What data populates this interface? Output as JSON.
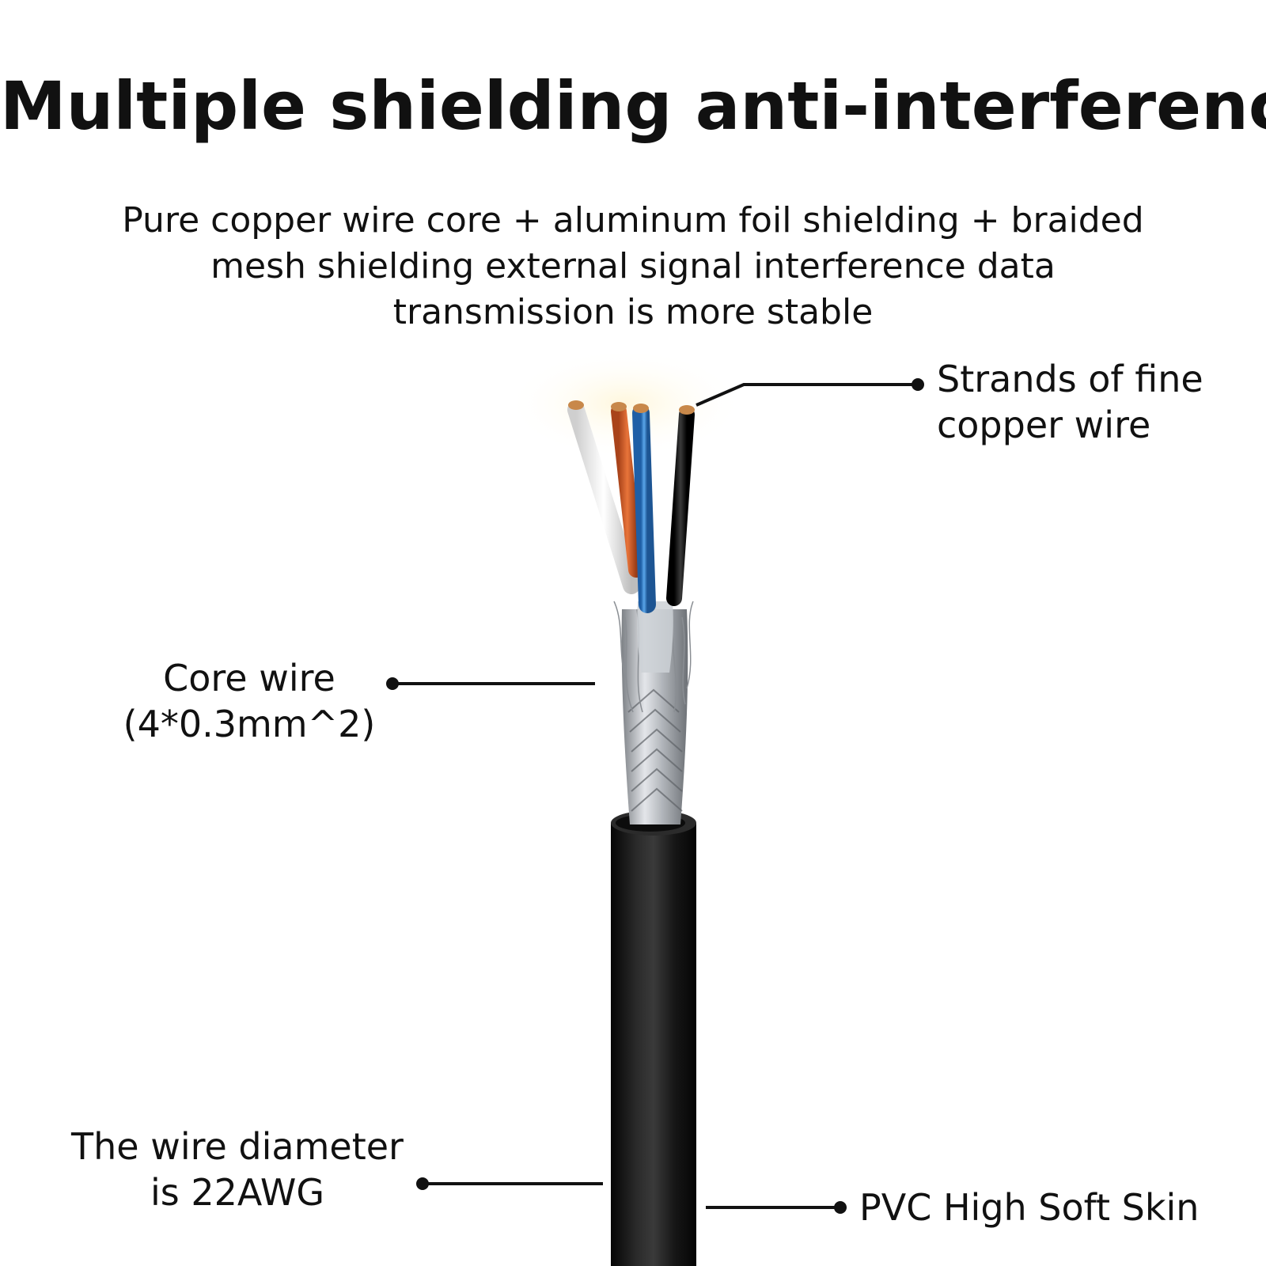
{
  "headline": "Multiple shielding anti-interference",
  "subtitle": {
    "line1": "Pure copper wire core + aluminum foil shielding + braided",
    "line2": "mesh shielding external signal interference data",
    "line3": "transmission is more stable"
  },
  "callouts": {
    "strands": {
      "line1": "Strands of fine",
      "line2": "copper wire"
    },
    "core": {
      "line1": "Core wire",
      "line2": "(4*0.3mm^2)"
    },
    "diameter": {
      "line1": "The wire diameter",
      "line2": "is 22AWG"
    },
    "jacket": {
      "line1": "PVC High Soft Skin"
    }
  },
  "colors": {
    "text": "#111111",
    "jacket": "#111111",
    "braid": "#b8bcc2",
    "wire_white": "#eeeeee",
    "wire_orange": "#d9622b",
    "wire_blue": "#3a86d4",
    "wire_black": "#151515",
    "copper": "#c8884a"
  }
}
